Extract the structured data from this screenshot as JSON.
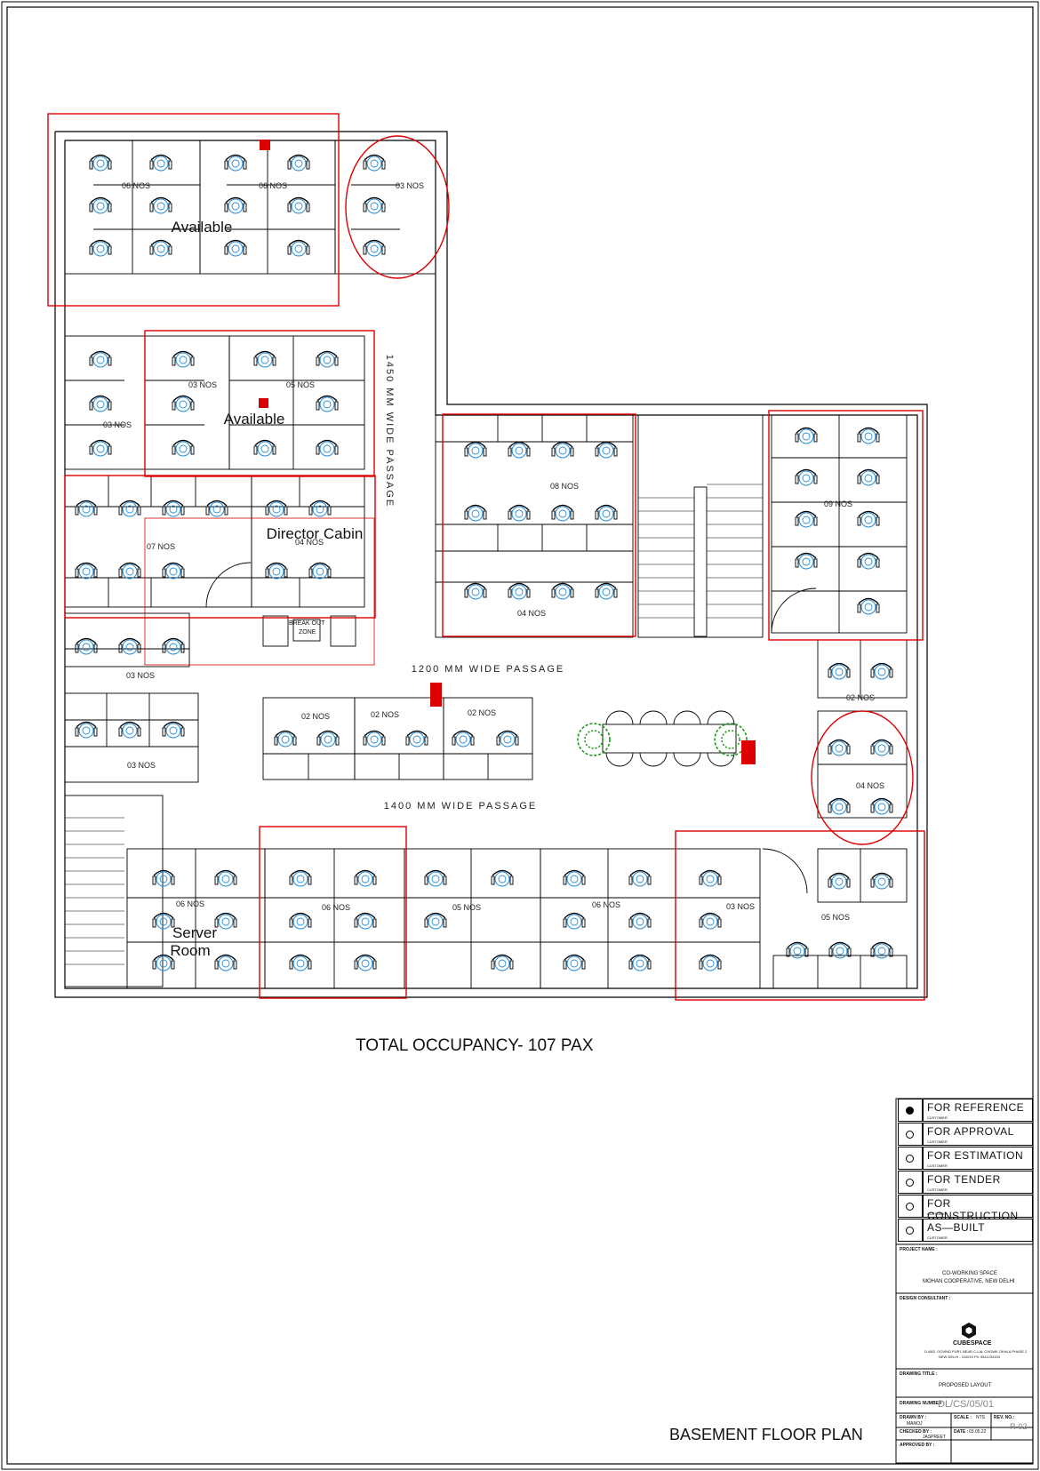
{
  "zones": [
    {
      "id": "z1",
      "label": "06 NOS"
    },
    {
      "id": "z2",
      "label": "06 NOS"
    },
    {
      "id": "z3",
      "label": "03 NOS"
    },
    {
      "id": "z4",
      "label": "03 NOS"
    },
    {
      "id": "z5",
      "label": "03 NOS"
    },
    {
      "id": "z6",
      "label": "05 NOS"
    },
    {
      "id": "z7",
      "label": "07 NOS"
    },
    {
      "id": "z8",
      "label": "04 NOS"
    },
    {
      "id": "z9",
      "label": "03 NOS"
    },
    {
      "id": "z10",
      "label": "03 NOS"
    },
    {
      "id": "z11",
      "label": "08 NOS"
    },
    {
      "id": "z12",
      "label": "04 NOS"
    },
    {
      "id": "z13",
      "label": "09 NOS"
    },
    {
      "id": "z14",
      "label": "02 NOS"
    },
    {
      "id": "z15",
      "label": "02 NOS"
    },
    {
      "id": "z16",
      "label": "02 NOS"
    },
    {
      "id": "z17",
      "label": "02 NOS"
    },
    {
      "id": "z18",
      "label": "04 NOS"
    },
    {
      "id": "z19",
      "label": "06 NOS"
    },
    {
      "id": "z20",
      "label": "06 NOS"
    },
    {
      "id": "z21",
      "label": "05 NOS"
    },
    {
      "id": "z22",
      "label": "06 NOS"
    },
    {
      "id": "z23",
      "label": "03 NOS"
    },
    {
      "id": "z24",
      "label": "05 NOS"
    }
  ],
  "room_labels": {
    "available_1": "Available",
    "available_2": "Available",
    "director_cabin": "Director Cabin",
    "server_room_1": "Server",
    "server_room_2": "Room",
    "break_out_1": "BREAK OUT",
    "break_out_2": "ZONE"
  },
  "passages": {
    "vertical": "1450 MM WIDE PASSAGE",
    "middle": "1200 MM WIDE PASSAGE",
    "lower": "1400 MM WIDE PASSAGE"
  },
  "total_occupancy": "TOTAL OCCUPANCY- 107 PAX",
  "drawing_name": "BASEMENT FLOOR PLAN",
  "title_block": {
    "status_rows": [
      {
        "label": "FOR  REFERENCE",
        "selected": true
      },
      {
        "label": "FOR  APPROVAL",
        "selected": false
      },
      {
        "label": "FOR  ESTIMATION",
        "selected": false
      },
      {
        "label": "FOR  TENDER",
        "selected": false
      },
      {
        "label": "FOR  CONSTRUCTION",
        "selected": false
      },
      {
        "label": "AS—BUILT",
        "selected": false
      }
    ],
    "status_sub": "CUSTOMER",
    "project_name_label": "PROJECT NAME :",
    "project_line1": "CO-WORKING SPACE",
    "project_line2": "MOHAN COOPERATIVE, NEW DELHI",
    "designer_label": "DESIGN CONSULTANT :",
    "company": "CUBESPACE",
    "company_addr1": "D-68/2, GOVIND PURI, NEAR C-LAL CHOWK OKHLA PHASE 2",
    "company_addr2": "NEW DELHI - 110019  Ph: 9811234100",
    "drawing_title_label": "DRAWING TITLE :",
    "drawing_title": "PROPOSED LAYOUT",
    "drawing_number_label": "DRAWING NUMBER :",
    "drawing_number": "DL/CS/05/01",
    "drawn_by_label": "DRAWN BY :",
    "drawn_by": "MANOJ",
    "scale_label": "SCALE :",
    "scale": "NTS",
    "rev_label": "REV. NO.:",
    "rev": "R-02",
    "checked_by_label": "CHECKED BY :",
    "checked_by": "JASPREET",
    "date_label": "DATE :",
    "date": "03.05.22",
    "approved_by_label": "APPROVED BY :"
  },
  "colors": {
    "line": "#000000",
    "highlight": "#dd0000",
    "chair": "#2a8fd8",
    "plant": "#1a9a1a"
  }
}
